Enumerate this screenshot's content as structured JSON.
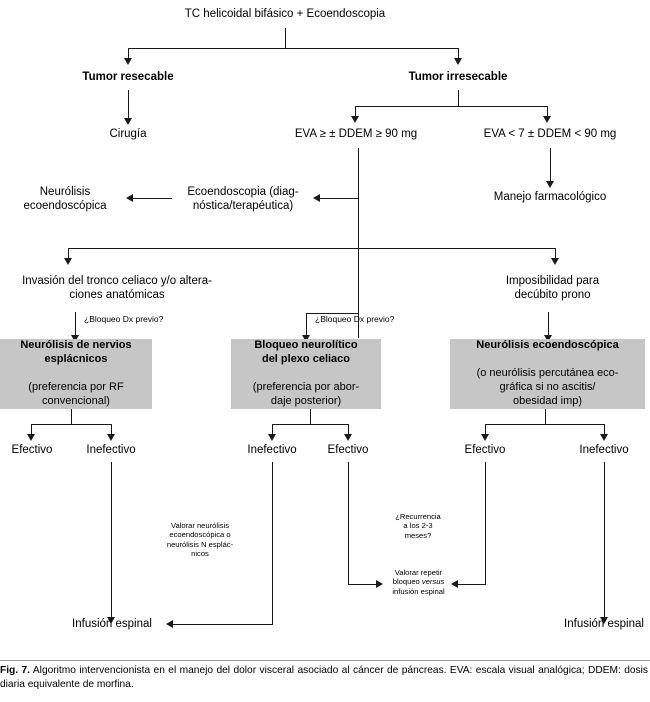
{
  "figure": {
    "label": "Fig. 7.",
    "caption": "Algoritmo intervencionista en el manejo del dolor visceral asociado al cáncer de páncreas. EVA: escala visual analógica; DDEM: dosis diaria equivalente de morfina.",
    "colors": {
      "box_fill": "#c6c6c6",
      "line": "#1a1a1a",
      "rule": "#9a9a9a",
      "background": "#ffffff",
      "text": "#000000"
    }
  },
  "diagram": {
    "type": "clinical-algorithm-flowchart",
    "root": "TC helicoidal bifásico + Ecoendoscopia",
    "nodes": {
      "root": "TC helicoidal bifásico + Ecoendoscopia",
      "tumor_resecable": "Tumor resecable",
      "tumor_irresecable": "Tumor irresecable",
      "cirugia": "Cirugía",
      "eva_alto": "EVA ≥ ± DDEM ≥ 90 mg",
      "eva_bajo": "EVA < 7 ± DDEM < 90 mg",
      "manejo_farmacologico": "Manejo farmacológico",
      "ecoendoscopia_diag": "Ecoendoscopia (diag-\nnóstica/terapéutica)",
      "neurolisis_ecoendoscopica": "Neurólisis\necoendoscópica",
      "invasion_tronco": "Invasión del tronco celiaco y/o altera-\nciones anatómicas",
      "imposibilidad_prono": "Imposibilidad para\ndecúbito prono",
      "bloqueo_dx_previo_1": "¿Bloqueo Dx previo?",
      "bloqueo_dx_previo_2": "¿Bloqueo Dx previo?",
      "box_esplacnicos_head": "Neurólisis de nervios\nesplácnicos",
      "box_esplacnicos_sub": "(preferencia por RF\nconvencional)",
      "box_plexo_head": "Bloqueo neurolítico\ndel plexo celiaco",
      "box_plexo_sub": "(preferencia por abor-\ndaje posterior)",
      "box_ecoendo_head": "Neurólisis ecoendoscópica",
      "box_ecoendo_sub": "(o neurólisis percutánea eco-\ngráfica si no ascitis/\nobesidad imp)",
      "b1_efectivo": "Efectivo",
      "b1_inefectivo": "Inefectivo",
      "b2_inefectivo": "Inefectivo",
      "b2_efectivo": "Efectivo",
      "b3_efectivo": "Efectivo",
      "b3_inefectivo": "Inefectivo",
      "valorar_neurolisis": "Valorar neurólisis\necoendoscópica o\nneurólisis N esplác-\nnicos",
      "recurrencia": "¿Recurrencia\na los 2-3\nmeses?",
      "valorar_repetir_l1": "Valorar repetir",
      "valorar_repetir_l2a": "bloqueo ",
      "valorar_repetir_l2b": "versus",
      "valorar_repetir_l3": "infusión espinal",
      "infusion_espinal_left": "Infusión espinal",
      "infusion_espinal_right": "Infusión espinal"
    },
    "edges": [
      {
        "from": "root",
        "to": "tumor_resecable"
      },
      {
        "from": "root",
        "to": "tumor_irresecable"
      },
      {
        "from": "tumor_resecable",
        "to": "cirugia"
      },
      {
        "from": "tumor_irresecable",
        "to": "eva_alto"
      },
      {
        "from": "tumor_irresecable",
        "to": "eva_bajo"
      },
      {
        "from": "eva_bajo",
        "to": "manejo_farmacologico"
      },
      {
        "from": "eva_alto",
        "to": "ecoendoscopia_diag"
      },
      {
        "from": "ecoendoscopia_diag",
        "to": "neurolisis_ecoendoscopica"
      },
      {
        "from": "eva_alto",
        "to": "invasion_tronco"
      },
      {
        "from": "eva_alto",
        "to": "imposibilidad_prono"
      },
      {
        "from": "eva_alto",
        "to": "box_plexo_head"
      },
      {
        "from": "invasion_tronco",
        "to": "box_esplacnicos_head",
        "label": "¿Bloqueo Dx previo?"
      },
      {
        "from": "imposibilidad_prono",
        "to": "box_ecoendo_head"
      },
      {
        "from": "box_esplacnicos_head",
        "to": "b1_efectivo"
      },
      {
        "from": "box_esplacnicos_head",
        "to": "b1_inefectivo"
      },
      {
        "from": "box_plexo_head",
        "to": "b2_inefectivo"
      },
      {
        "from": "box_plexo_head",
        "to": "b2_efectivo"
      },
      {
        "from": "box_ecoendo_head",
        "to": "b3_efectivo"
      },
      {
        "from": "box_ecoendo_head",
        "to": "b3_inefectivo"
      },
      {
        "from": "b1_inefectivo",
        "to": "infusion_espinal_left"
      },
      {
        "from": "b2_inefectivo",
        "to": "infusion_espinal_left"
      },
      {
        "from": "b2_inefectivo",
        "to": "valorar_repetir_l1"
      },
      {
        "from": "b2_efectivo",
        "to": "valorar_repetir_l1"
      },
      {
        "from": "b3_inefectivo",
        "to": "infusion_espinal_right"
      }
    ]
  }
}
